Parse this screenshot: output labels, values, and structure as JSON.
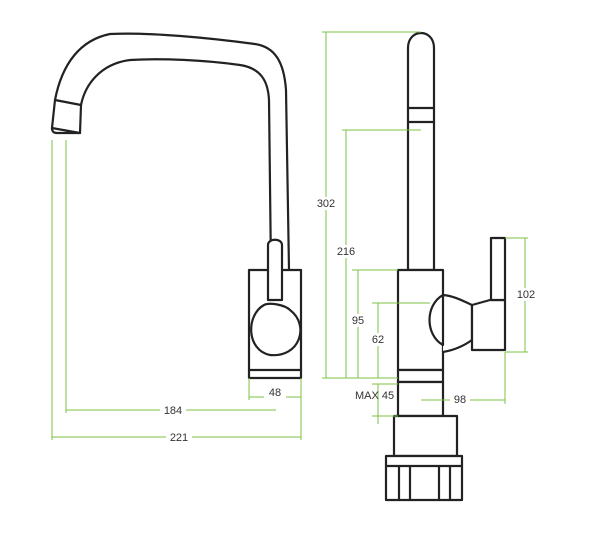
{
  "colors": {
    "dimension_line": "#7cc242",
    "outline": "#222222",
    "background": "#ffffff"
  },
  "dimensions": {
    "reach_inner": "184",
    "body_width": "48",
    "reach_total": "221",
    "height_total": "302",
    "height_spout": "216",
    "body_height": "95",
    "handle_axis": "62",
    "max_deck": "MAX 45",
    "depth": "98",
    "handle_height": "102"
  }
}
